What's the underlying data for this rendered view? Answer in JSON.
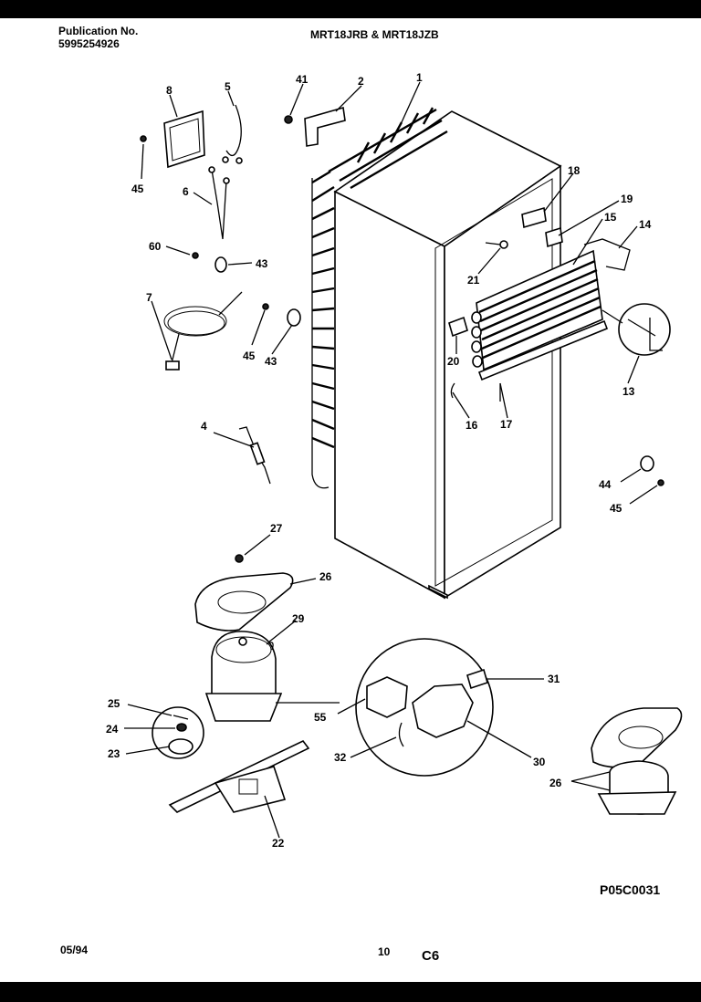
{
  "header": {
    "publication_label": "Publication No.",
    "publication_number": "5995254926",
    "models": "MRT18JRB & MRT18JZB"
  },
  "footer": {
    "date": "05/94",
    "page": "10",
    "section": "C6",
    "diagram_code": "P05C0031"
  },
  "callouts": {
    "c1": "1",
    "c2": "2",
    "c41": "41",
    "c5": "5",
    "c8": "8",
    "c45a": "45",
    "c6": "6",
    "c60": "60",
    "c43a": "43",
    "c7": "7",
    "c45b": "45",
    "c43b": "43",
    "c18": "18",
    "c19": "19",
    "c15": "15",
    "c14": "14",
    "c21": "21",
    "c20": "20",
    "c13": "13",
    "c16": "16",
    "c17": "17",
    "c4": "4",
    "c44": "44",
    "c45c": "45",
    "c27": "27",
    "c26a": "26",
    "c29": "29",
    "c25": "25",
    "c24": "24",
    "c23": "23",
    "c55": "55",
    "c31": "31",
    "c32": "32",
    "c30": "30",
    "c26b": "26",
    "c22": "22"
  }
}
